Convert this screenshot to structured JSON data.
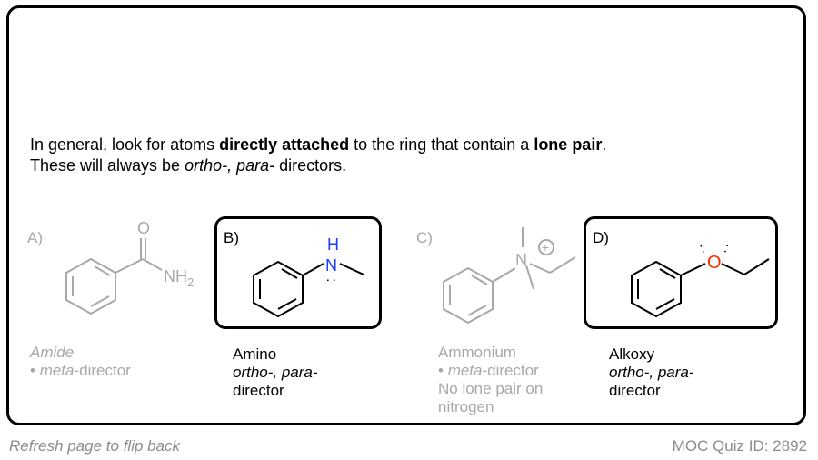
{
  "intro": {
    "t1": "In general, look for atoms ",
    "t2": "directly attached",
    "t3": " to the ring that contain a ",
    "t4": "lone pair",
    "t5": ".",
    "t6": "These will always be ",
    "t7": "ortho-, para-",
    "t8": " directors."
  },
  "options": [
    {
      "letter": "A)",
      "name": "Amide",
      "line2_bullet": "• ",
      "line2_italic": "meta",
      "line2_rest": "-director"
    },
    {
      "letter": "B)",
      "name": "Amino",
      "line2_italic": "ortho-, para-",
      "line3": "director"
    },
    {
      "letter": "C)",
      "name": "Ammonium",
      "line2_bullet": "• ",
      "line2_italic": "meta",
      "line2_rest": "-director",
      "line3": "No lone pair on",
      "line4": "nitrogen"
    },
    {
      "letter": "D)",
      "name": "Alkoxy",
      "line2_italic": "ortho-, para-",
      "line3": "director"
    }
  ],
  "molecules": {
    "a": {
      "o_label": "O",
      "n_label": "NH",
      "n_sub": "2"
    },
    "b": {
      "h_label": "H",
      "n_label": "N",
      "lone_pair": ":"
    },
    "c": {
      "n_label": "N",
      "charge": "+"
    },
    "d": {
      "o_label": "O",
      "lone_pair": ":"
    }
  },
  "colors": {
    "nitrogen": "#1a3cff",
    "oxygen": "#ff2a00",
    "faded": "#a8a8a8"
  },
  "footer": {
    "left": "Refresh page to flip back",
    "right": "MOC Quiz ID: 2892"
  }
}
